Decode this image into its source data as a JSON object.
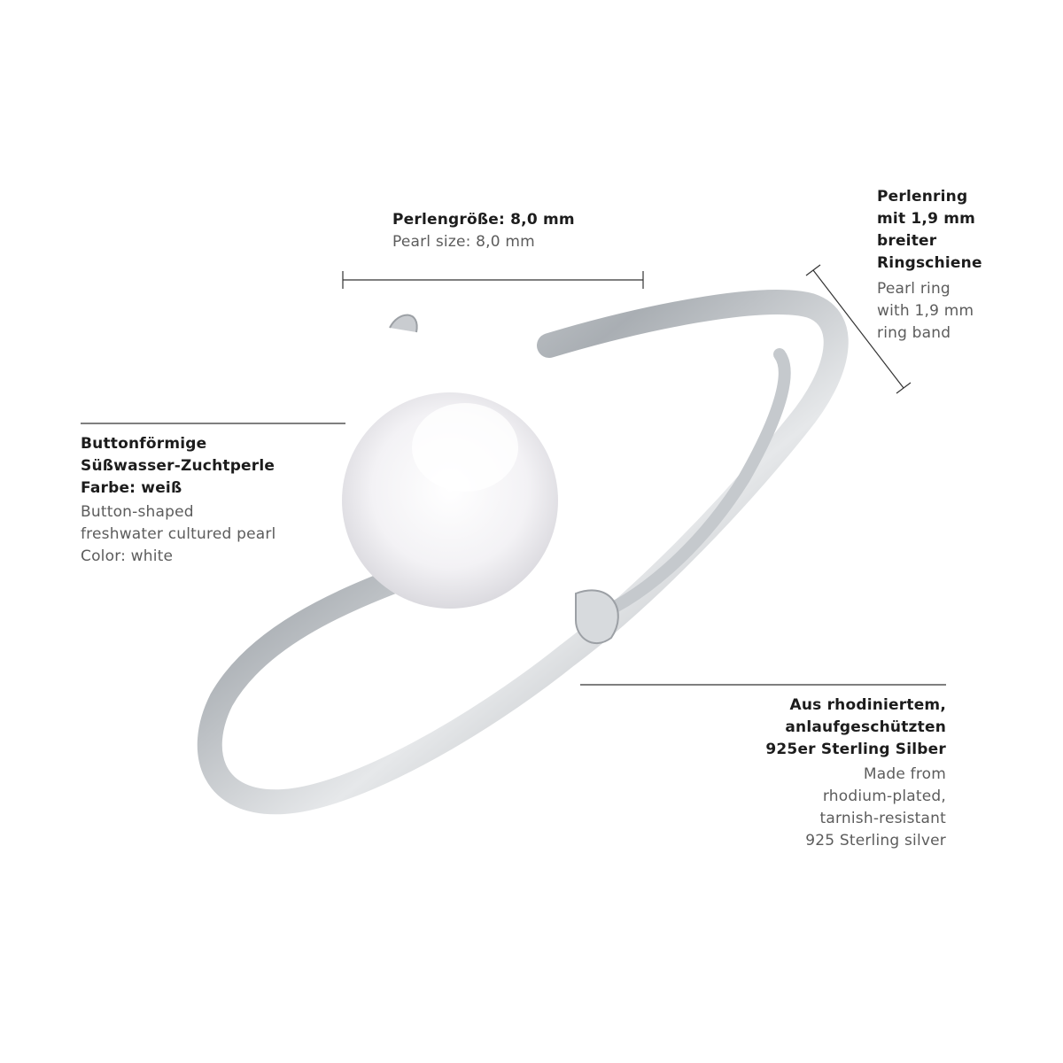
{
  "annotations": {
    "pearl_size": {
      "de": [
        "Perlengröße: 8,0 mm"
      ],
      "en": [
        "Pearl size: 8,0 mm"
      ]
    },
    "ring_band": {
      "de": [
        "Perlenring",
        "mit 1,9 mm",
        "breiter",
        "Ringschiene"
      ],
      "en": [
        "Pearl ring",
        "with 1,9 mm",
        "ring band"
      ]
    },
    "pearl_type": {
      "de": [
        "Buttonförmige",
        "Süßwasser-Zuchtperle",
        "Farbe: weiß"
      ],
      "en": [
        "Button-shaped",
        "freshwater cultured pearl",
        "Color: white"
      ]
    },
    "material": {
      "de": [
        "Aus rhodiniertem,",
        "anlaufgeschützten",
        "925er Sterling Silber"
      ],
      "en": [
        "Made from",
        "rhodium-plated,",
        "tarnish-resistant",
        "925 Sterling silver"
      ]
    }
  },
  "colors": {
    "text_primary": "#1c1c1c",
    "text_secondary": "#5c5c5c",
    "line": "#333333",
    "silver": "#b8bcc0",
    "pearl": "#f4f4f6"
  }
}
